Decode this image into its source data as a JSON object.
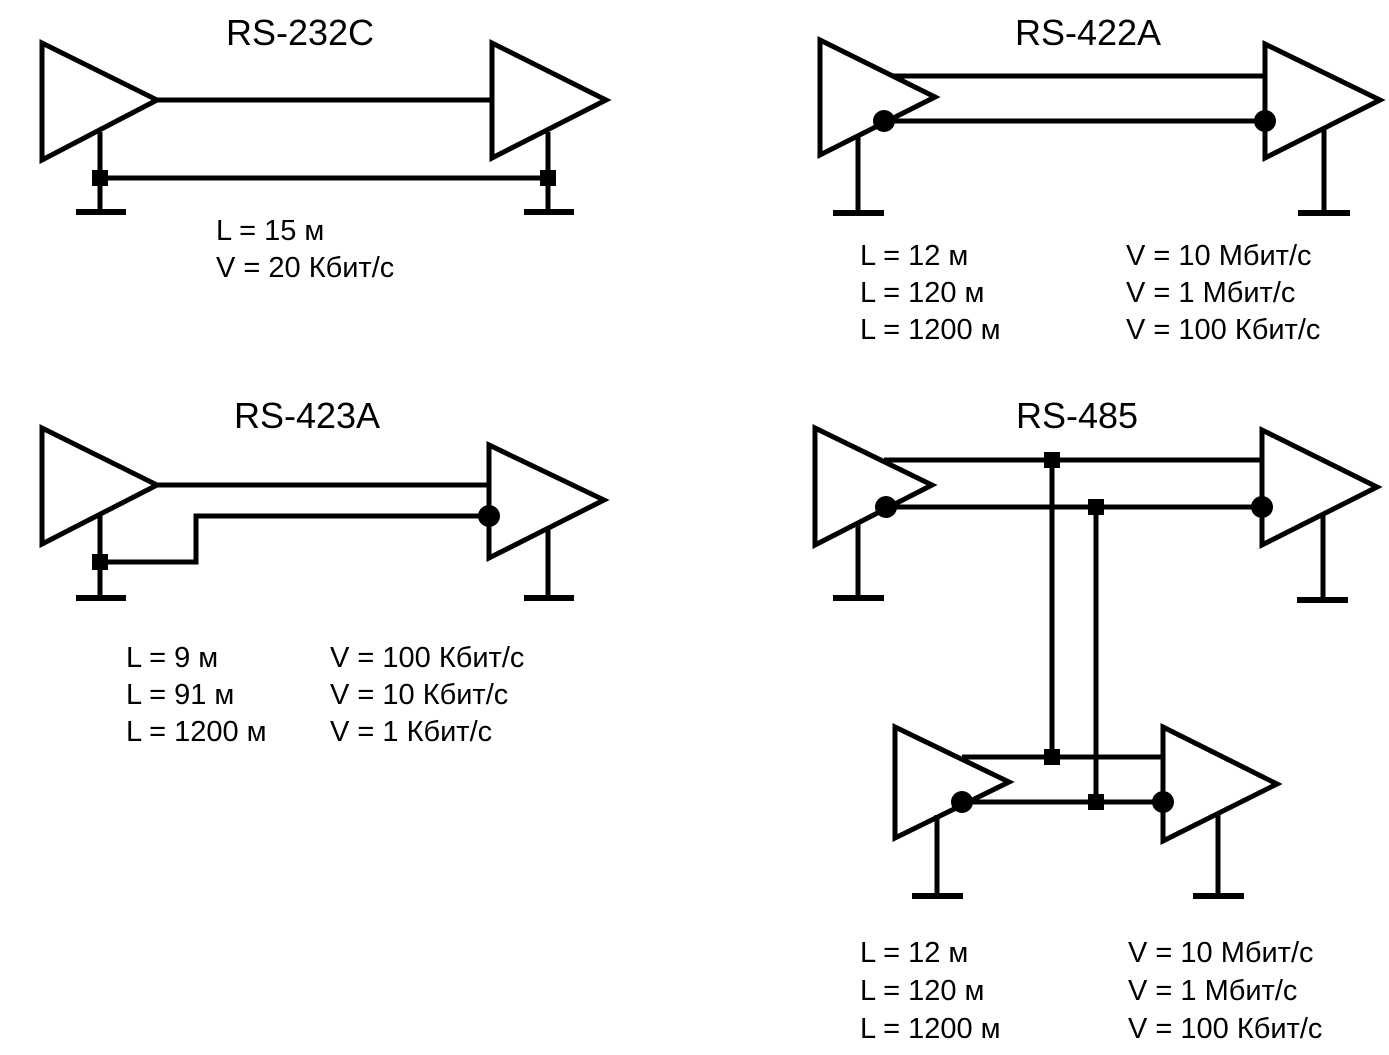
{
  "rs232c": {
    "title": "RS-232C",
    "specs": {
      "l0": "L = 15 м",
      "v0": "V = 20 Кбит/с"
    }
  },
  "rs422a": {
    "title": "RS-422A",
    "specs": {
      "l0": "L = 12 м",
      "l1": "L = 120 м",
      "l2": "L = 1200 м",
      "v0": "V = 10 Мбит/с",
      "v1": "V = 1 Мбит/с",
      "v2": "V = 100 Кбит/с"
    }
  },
  "rs423a": {
    "title": "RS-423A",
    "specs": {
      "l0": "L = 9 м",
      "l1": "L = 91 м",
      "l2": "L = 1200 м",
      "v0": "V = 100 Кбит/с",
      "v1": "V = 10 Кбит/с",
      "v2": "V = 1 Кбит/с"
    }
  },
  "rs485": {
    "title": "RS-485",
    "specs": {
      "l0": "L = 12 м",
      "l1": "L = 120 м",
      "l2": "L = 1200 м",
      "v0": "V = 10 Мбит/с",
      "v1": "V = 1 Мбит/с",
      "v2": "V = 100 Кбит/с"
    }
  }
}
